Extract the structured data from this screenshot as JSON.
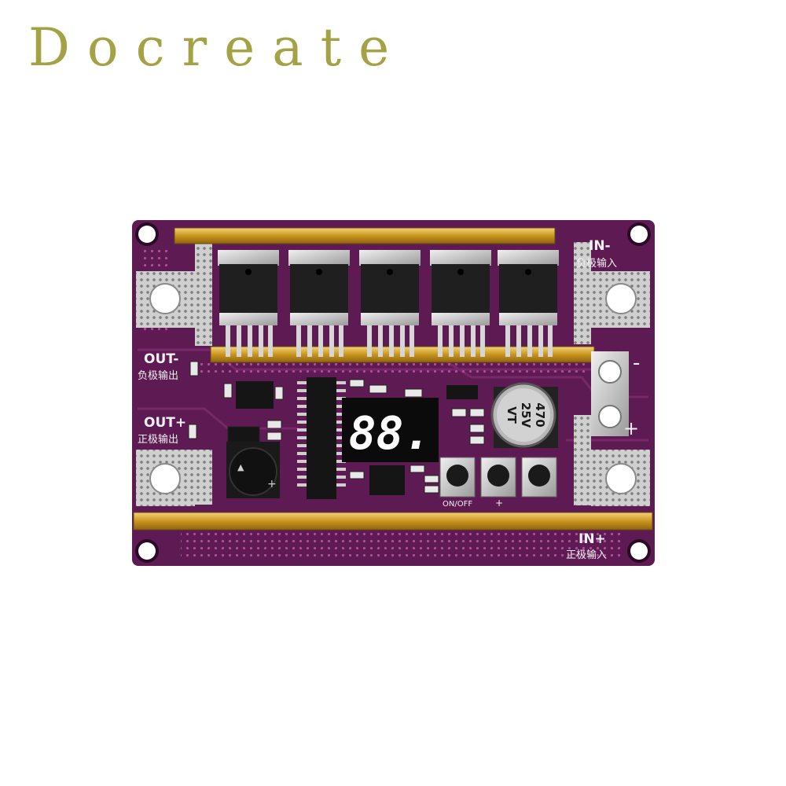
{
  "brand": {
    "name": "Docreate",
    "color": "#a3a244"
  },
  "board": {
    "pcb_color": "#5e1a52",
    "labels": {
      "in_minus": "IN-",
      "in_minus_cn": "负极输入",
      "in_plus": "IN+",
      "in_plus_cn": "正极输入",
      "out_minus": "OUT-",
      "out_minus_cn": "负极输出",
      "out_plus": "OUT+",
      "out_plus_cn": "正极输出",
      "onoff": "ON/OFF",
      "btn_plus": "+",
      "term_minus": "-",
      "term_plus": "+"
    },
    "display": {
      "text": "88."
    },
    "capacitor": {
      "line1": "470",
      "line2": "25V",
      "line3": "VT"
    }
  }
}
